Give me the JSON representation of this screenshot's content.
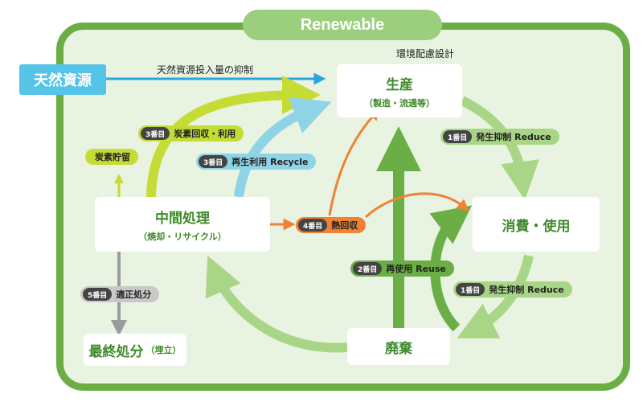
{
  "frame": {
    "title": "Renewable"
  },
  "natural_resources": {
    "label": "天然資源",
    "arrow_label": "天然資源投入量の抑制"
  },
  "env_design_label": "環境配慮設計",
  "nodes": {
    "production": {
      "main": "生産",
      "sub": "（製造・流通等）"
    },
    "consumption": {
      "main": "消費・使用",
      "sub": ""
    },
    "disposal": {
      "main": "廃棄",
      "sub": ""
    },
    "intermediate": {
      "main": "中間処理",
      "sub": "（焼却・リサイクル）"
    },
    "final_disposal": {
      "main": "最終処分",
      "sub": "（埋立）"
    },
    "carbon_storage": {
      "main": "炭素貯留",
      "sub": ""
    }
  },
  "pills": {
    "reduce_top": {
      "num": "1番目",
      "text": "発生抑制 Reduce"
    },
    "reduce_bottom": {
      "num": "1番目",
      "text": "発生抑制 Reduce"
    },
    "reuse": {
      "num": "2番目",
      "text": "再使用 Reuse"
    },
    "recycle": {
      "num": "3番目",
      "text": "再生利用 Recycle"
    },
    "carbon_recovery": {
      "num": "3番目",
      "text": "炭素回収・利用"
    },
    "heat_recovery": {
      "num": "4番目",
      "text": "熱回収"
    },
    "proper_disposal": {
      "num": "5番目",
      "text": "適正処分"
    }
  },
  "colors": {
    "frame_green": "#6aae45",
    "light_green": "#a9d686",
    "lime": "#c5dc37",
    "cyan": "#8fd3e6",
    "orange": "#ef8234",
    "grey": "#aaaaaa",
    "natural_blue": "#55c4e6"
  }
}
